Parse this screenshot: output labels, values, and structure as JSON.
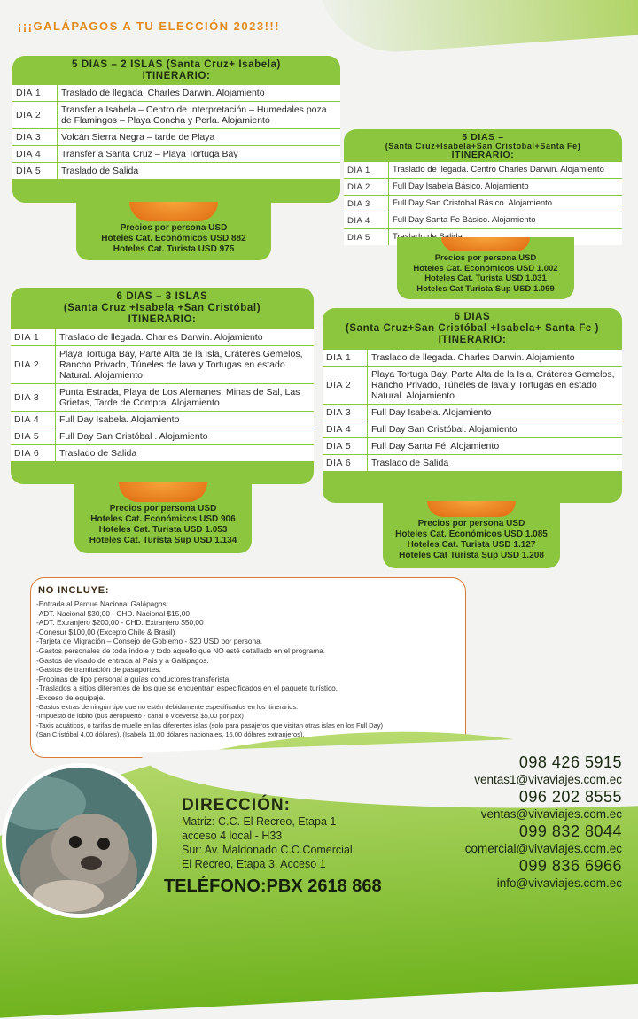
{
  "title": "¡¡¡GALÁPAGOS A TU ELECCIÓN 2023!!!",
  "packages": [
    {
      "heading": "5 DIAS – 2 ISLAS (Santa Cruz+ Isabela)",
      "itinerary_label": "ITINERARIO:",
      "days": [
        {
          "day": "DIA 1",
          "text": "Traslado de llegada. Charles Darwin. Alojamiento"
        },
        {
          "day": "DIA 2",
          "text": "Transfer a Isabela – Centro de Interpretación – Humedales poza de Flamingos – Playa Concha y Perla. Alojamiento"
        },
        {
          "day": "DIA 3",
          "text": "Volcán Sierra Negra – tarde de Playa"
        },
        {
          "day": "DIA 4",
          "text": "Transfer a Santa Cruz – Playa Tortuga Bay"
        },
        {
          "day": "DIA 5",
          "text": "Traslado de Salida"
        }
      ],
      "prices": [
        "Precios por persona USD",
        "Hoteles Cat. Económicos USD 882",
        "Hoteles Cat. Turista USD  975"
      ]
    },
    {
      "heading": "5 DIAS –",
      "subheading": "(Santa Cruz+Isabela+San Cristobal+Santa Fe)",
      "itinerary_label": "ITINERARIO:",
      "days": [
        {
          "day": "DIA 1",
          "text": "Traslado de llegada. Centro Charles Darwin. Alojamiento"
        },
        {
          "day": "DIA 2",
          "text": "Full Day Isabela Básico. Alojamiento"
        },
        {
          "day": "DIA 3",
          "text": "Full Day San Cristóbal Básico. Alojamiento"
        },
        {
          "day": "DIA 4",
          "text": "Full Day Santa Fe Básico. Alojamiento"
        },
        {
          "day": "DIA 5",
          "text": "Traslado de Salida"
        }
      ],
      "prices": [
        "Precios por persona USD",
        "Hoteles Cat. Económicos USD 1.002",
        "Hoteles Cat. Turista USD 1.031",
        "Hoteles Cat Turista Sup USD 1.099"
      ]
    },
    {
      "heading": "6 DIAS – 3 ISLAS",
      "subheading": "(Santa Cruz +Isabela +San Cristóbal)",
      "itinerary_label": "ITINERARIO:",
      "days": [
        {
          "day": "DIA 1",
          "text": "Traslado de llegada. Charles Darwin. Alojamiento"
        },
        {
          "day": "DIA 2",
          "text": "Playa Tortuga Bay, Parte Alta de la Isla, Cráteres Gemelos, Rancho Privado, Túneles de lava y Tortugas en estado Natural. Alojamiento"
        },
        {
          "day": "DIA 3",
          "text": "Punta Estrada, Playa de Los Alemanes, Minas de Sal, Las Grietas, Tarde de Compra. Alojamiento"
        },
        {
          "day": "DIA 4",
          "text": "Full Day Isabela. Alojamiento"
        },
        {
          "day": "DIA 5",
          "text": "Full Day San Cristóbal . Alojamiento"
        },
        {
          "day": "DIA 6",
          "text": "Traslado de Salida"
        }
      ],
      "prices": [
        "Precios por persona USD",
        "Hoteles Cat. Económicos USD 906",
        "Hoteles Cat. Turista USD 1.053",
        "Hoteles Cat. Turista Sup USD 1.134"
      ]
    },
    {
      "heading": "6 DIAS",
      "subheading": "(Santa Cruz+San Cristóbal +Isabela+ Santa Fe )",
      "itinerary_label": "ITINERARIO:",
      "days": [
        {
          "day": "DIA 1",
          "text": "Traslado de llegada. Charles Darwin. Alojamiento"
        },
        {
          "day": "DIA 2",
          "text": "Playa Tortuga Bay, Parte Alta de la Isla, Cráteres Gemelos, Rancho Privado, Túneles de lava y Tortugas en estado Natural. Alojamiento"
        },
        {
          "day": "DIA 3",
          "text": "Full Day Isabela. Alojamiento"
        },
        {
          "day": "DIA 4",
          "text": "Full Day San Cristóbal. Alojamiento"
        },
        {
          "day": "DIA 5",
          "text": "Full Day Santa Fé. Alojamiento"
        },
        {
          "day": "DIA 6",
          "text": "Traslado de Salida"
        }
      ],
      "prices": [
        "Precios por persona USD",
        "Hoteles Cat. Económicos USD 1.085",
        "Hoteles Cat. Turista USD 1.127",
        "Hoteles Cat  Turista Sup USD 1.208"
      ]
    }
  ],
  "no_incluye": {
    "heading": "NO INCLUYE:",
    "items": [
      "-Entrada al Parque Nacional Galápagos:",
      "-ADT. Nacional $30,00 - CHD. Nacional $15,00",
      "-ADT. Extranjero $200,00 - CHD. Extranjero $50,00",
      "-Conesur $100,00 (Excepto Chile & Brasil)",
      "-Tarjeta de Migración – Consejo de Gobierno - $20 USD por persona.",
      "-Gastos personales de toda índole y todo aquello que NO esté detallado en el programa.",
      "-Gastos de visado de entrada al País y a Galápagos.",
      "-Gastos de tramitación de pasaportes.",
      "-Propinas de tipo personal a guías  conductores transferista.",
      "-Traslados a sitios diferentes de los que se encuentran especificados en el paquete turístico.",
      "-Exceso de equipaje.",
      "-Gastos extras de ningún tipo que no estén debidamente especificados en los itinerarios.",
      "-Impuesto de lobito (bus aeropuerto - canal o viceversa $5,00 por pax)",
      "-Taxis acuáticos, o tarifas de muelle en las diferentes islas (solo para pasajeros que visitan otras islas en los Full Day)",
      "(San Cristóbal 4,00 dólares), (Isabela 11,00 dólares nacionales, 16,00 dólares extranjeros)."
    ]
  },
  "direccion": {
    "heading": "DIRECCIÓN:",
    "lines": [
      "Matriz: C.C. El Recreo, Etapa 1",
      "acceso 4 local - H33",
      "Sur: Av. Maldonado C.C.Comercial",
      "El Recreo, Etapa 3, Acceso 1"
    ],
    "telefono": "TELÉFONO:PBX 2618 868"
  },
  "contacts": [
    {
      "phone": "098 426 5915",
      "email": "ventas1@vivaviajes.com.ec"
    },
    {
      "phone": "096 202 8555",
      "email": "ventas@vivaviajes.com.ec"
    },
    {
      "phone": "099 832 8044",
      "email": "comercial@vivaviajes.com.ec"
    },
    {
      "phone": "099 836 6966",
      "email": "info@vivaviajes.com.ec"
    }
  ],
  "colors": {
    "accent_green": "#8cc63e",
    "title_orange": "#e38a1c",
    "border_orange": "#d87a35"
  },
  "icons": {
    "photo": "sea-lion-photo"
  }
}
